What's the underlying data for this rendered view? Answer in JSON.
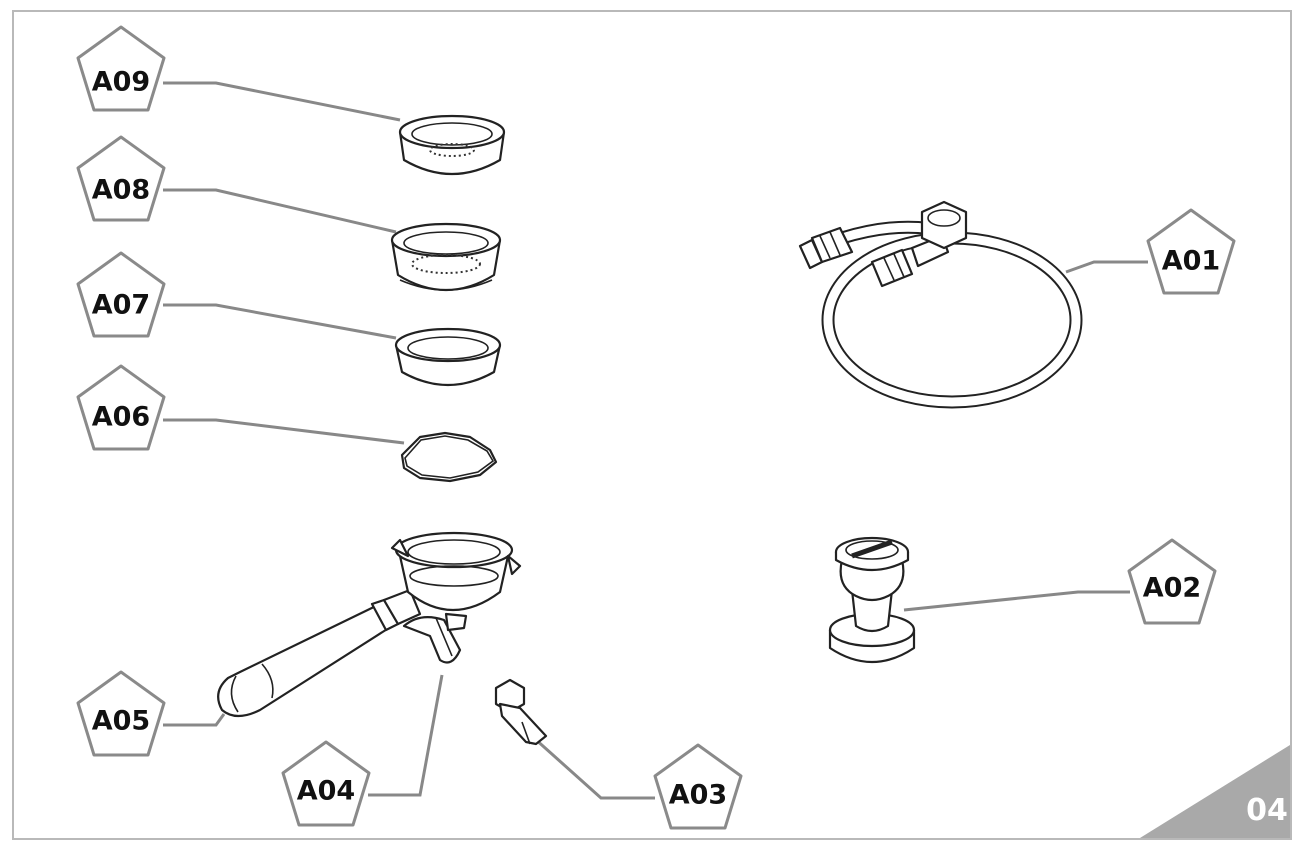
{
  "callouts": {
    "A01": "A01",
    "A02": "A02",
    "A03": "A03",
    "A04": "A04",
    "A05": "A05",
    "A06": "A06",
    "A07": "A07",
    "A08": "A08",
    "A09": "A09"
  },
  "page_number": "04",
  "colors": {
    "frame": "#b9b9b9",
    "leader_line": "#888888",
    "corner_triangle": "#a9a9a9",
    "outline": "#222222"
  }
}
